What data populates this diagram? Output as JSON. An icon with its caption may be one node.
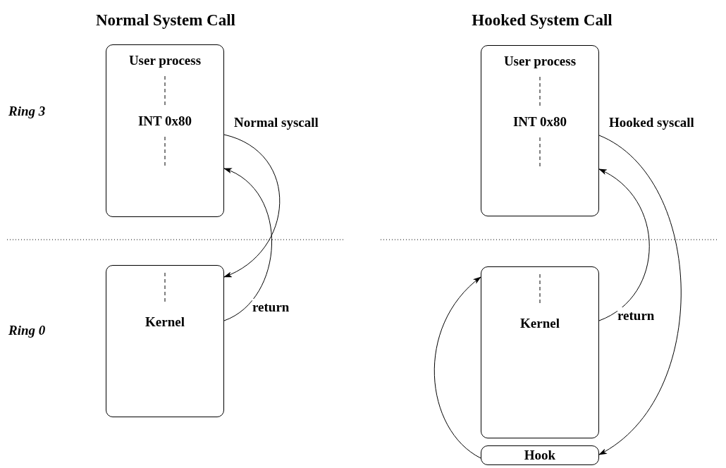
{
  "diagram": {
    "nodes": [
      {
        "text": [
          "User process",
          "INT 0x80"
        ]
      },
      {
        "text": [
          "Kernel"
        ]
      },
      {
        "text": [
          "User process",
          "INT 0x80"
        ]
      },
      {
        "text": [
          "Kernel"
        ]
      },
      {
        "text": [
          "Hook"
        ]
      }
    ],
    "edges": [
      {
        "from": 0,
        "to": 1,
        "arrow": "to",
        "label": "Normal syscall"
      },
      {
        "from": 1,
        "to": 0,
        "arrow": "to",
        "label": "return"
      },
      {
        "from": 2,
        "to": 4,
        "arrow": "to",
        "label": "Hooked syscall"
      },
      {
        "from": 4,
        "to": 3,
        "arrow": "to"
      },
      {
        "from": 3,
        "to": 2,
        "arrow": "to",
        "label": "return"
      }
    ],
    "labels": [
      "Normal System Call",
      "Hooked System Call",
      "Ring 3",
      "Ring 0"
    ]
  }
}
